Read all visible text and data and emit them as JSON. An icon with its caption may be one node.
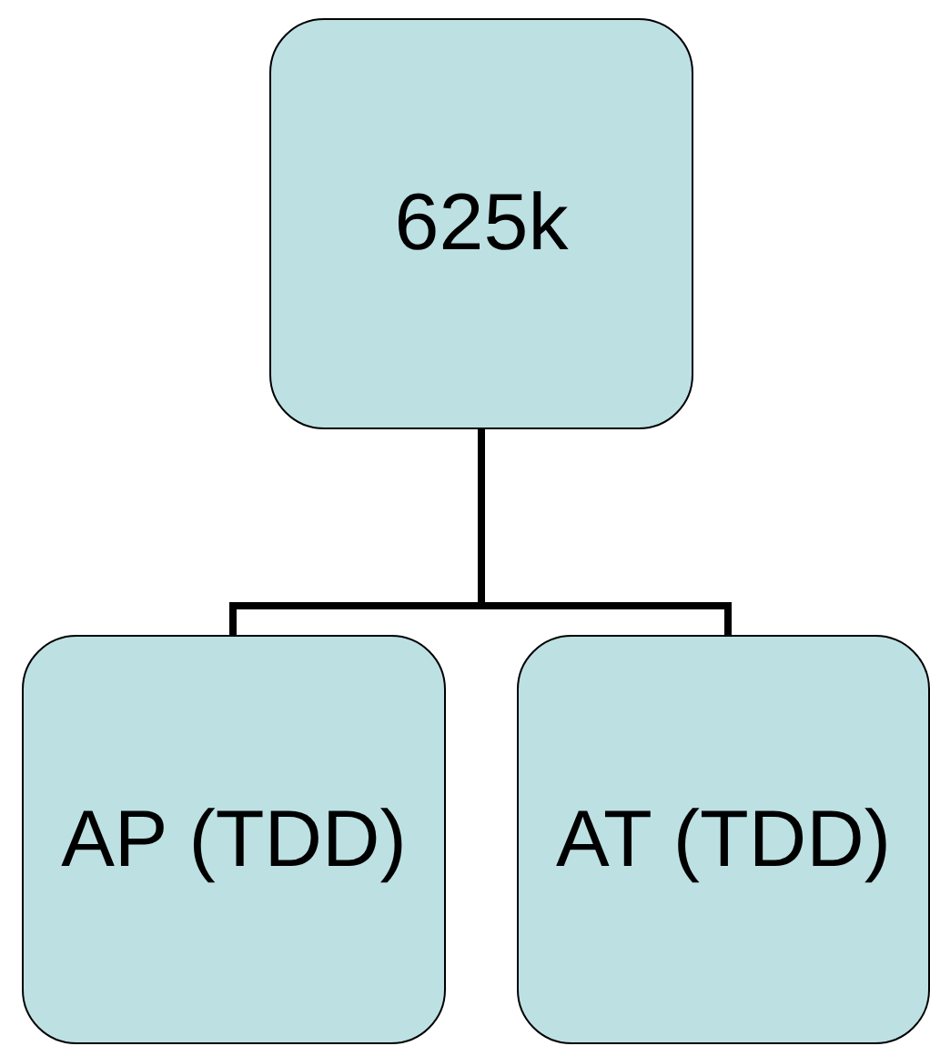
{
  "diagram": {
    "nodes": [
      {
        "text": [
          "625k"
        ]
      },
      {
        "text": [
          "AP (TDD)"
        ]
      },
      {
        "text": [
          "AT (TDD)"
        ]
      }
    ],
    "edges": [
      {
        "from": 0,
        "to": 1,
        "arrow": "none"
      },
      {
        "from": 0,
        "to": 2,
        "arrow": "none"
      }
    ]
  }
}
